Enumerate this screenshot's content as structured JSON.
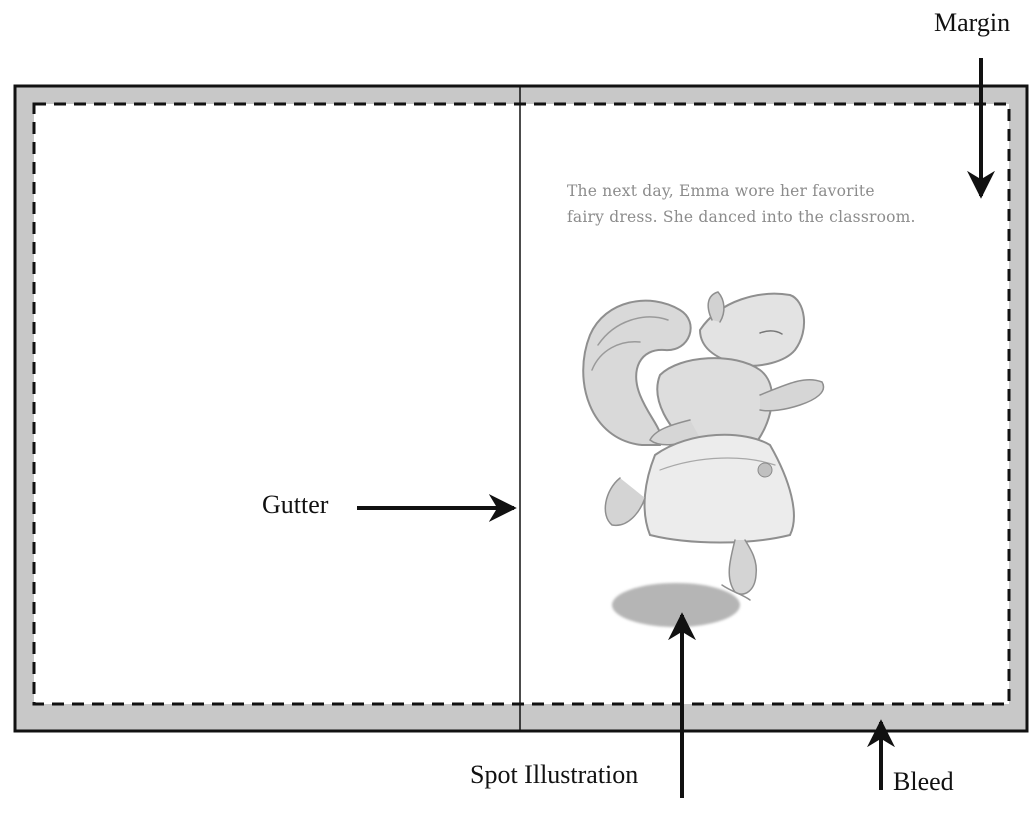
{
  "labels": {
    "margin": "Margin",
    "gutter": "Gutter",
    "spot_illustration": "Spot Illustration",
    "bleed": "Bleed"
  },
  "page_text": {
    "line1": "The next day, Emma wore her favorite",
    "line2": "fairy dress. She danced into the classroom."
  },
  "colors": {
    "bleed_band": "#c8c8c8",
    "outline": "#111111",
    "story_text": "#8c8c8c",
    "illustration": "#9a9a9a"
  },
  "illustration": {
    "subject": "squirrel-in-fairy-dress"
  }
}
